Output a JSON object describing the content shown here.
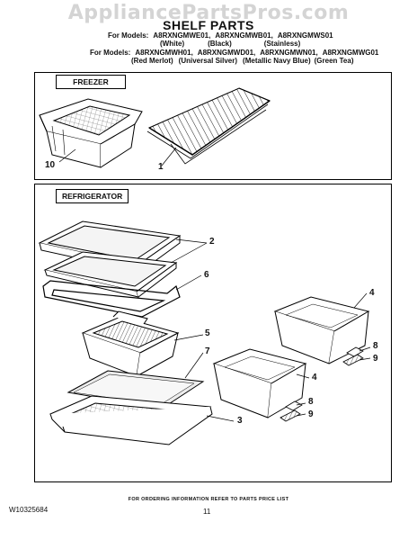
{
  "watermark": "AppliancePartsPros.com",
  "title": "SHELF PARTS",
  "models": {
    "row1_prefix": "For Models:",
    "row1": [
      "A8RXNGMWE01,",
      "A8RXNGMWB01,",
      "A8RXNGMWS01"
    ],
    "row1_colors": [
      "(White)",
      "(Black)",
      "(Stainless)"
    ],
    "row2_prefix": "For Models:",
    "row2": [
      "A8RXNGMWH01,",
      "A8RXNGMWD01,",
      "A8RXNGMWN01,",
      "A8RXNGMWG01"
    ],
    "row2_colors": [
      "(Red Merlot)",
      "(Universal Silver)",
      "(Metallic Navy Blue)",
      "(Green Tea)"
    ]
  },
  "sections": {
    "freezer": "FREEZER",
    "refrigerator": "REFRIGERATOR"
  },
  "callouts": {
    "c10": "10",
    "c1": "1",
    "c2": "2",
    "c6": "6",
    "c4a": "4",
    "c5": "5",
    "c7": "7",
    "c4b": "4",
    "c8a": "8",
    "c9a": "9",
    "c8b": "8",
    "c9b": "9",
    "c3": "3"
  },
  "footer": {
    "note": "FOR ORDERING INFORMATION REFER TO PARTS PRICE LIST",
    "doc_number": "W10325684",
    "page": "11"
  }
}
